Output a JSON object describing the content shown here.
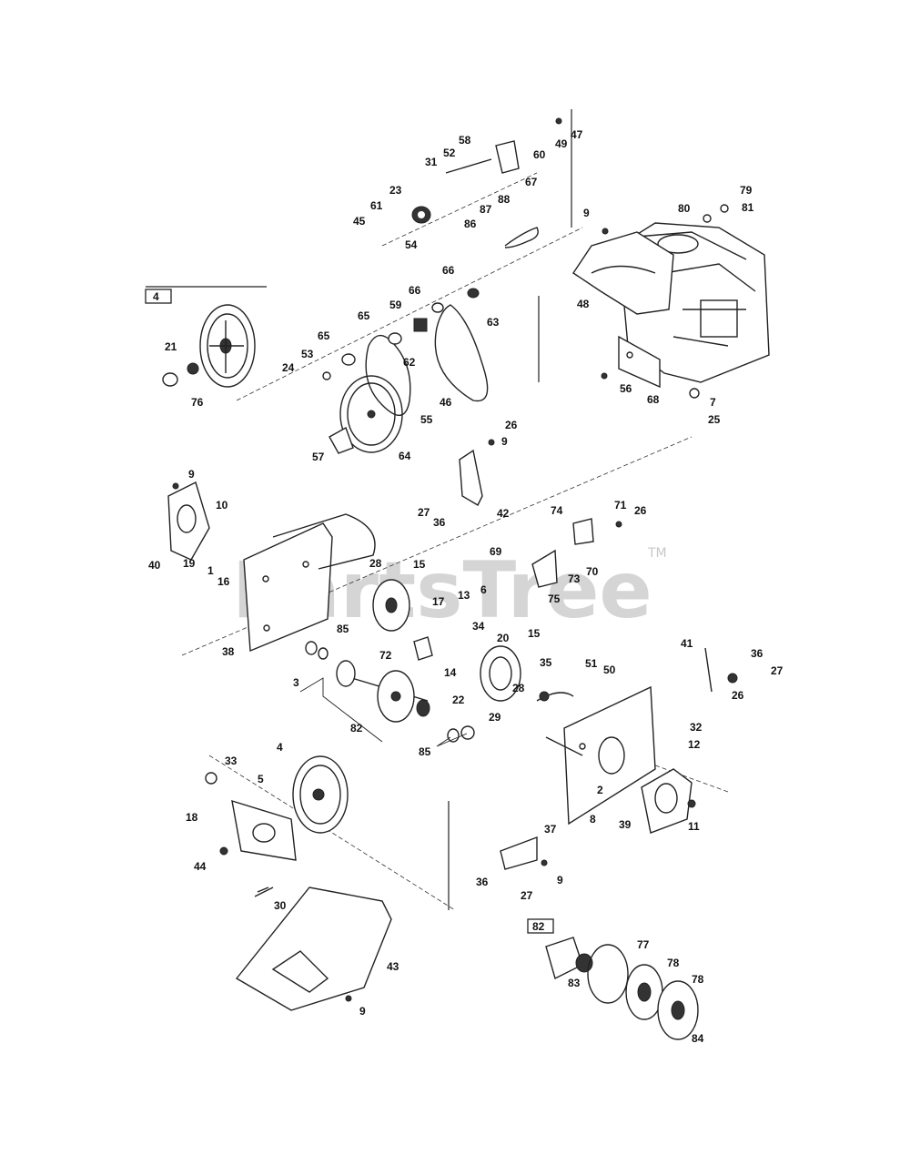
{
  "watermark": {
    "text": "PartsTree",
    "trademark": "TM"
  },
  "callout_boxes": [
    "4",
    "82"
  ],
  "part_labels": [
    "1",
    "2",
    "3",
    "4",
    "5",
    "6",
    "7",
    "8",
    "9",
    "10",
    "11",
    "12",
    "13",
    "14",
    "15",
    "16",
    "17",
    "18",
    "19",
    "20",
    "21",
    "22",
    "23",
    "24",
    "25",
    "26",
    "27",
    "28",
    "29",
    "30",
    "31",
    "32",
    "33",
    "34",
    "35",
    "36",
    "37",
    "38",
    "39",
    "40",
    "41",
    "42",
    "43",
    "44",
    "45",
    "46",
    "47",
    "48",
    "49",
    "50",
    "51",
    "52",
    "53",
    "54",
    "55",
    "56",
    "57",
    "58",
    "59",
    "60",
    "61",
    "62",
    "63",
    "64",
    "65",
    "66",
    "67",
    "68",
    "69",
    "70",
    "71",
    "72",
    "73",
    "74",
    "75",
    "76",
    "77",
    "78",
    "79",
    "80",
    "81",
    "82",
    "83",
    "84",
    "85",
    "86",
    "87",
    "88"
  ]
}
